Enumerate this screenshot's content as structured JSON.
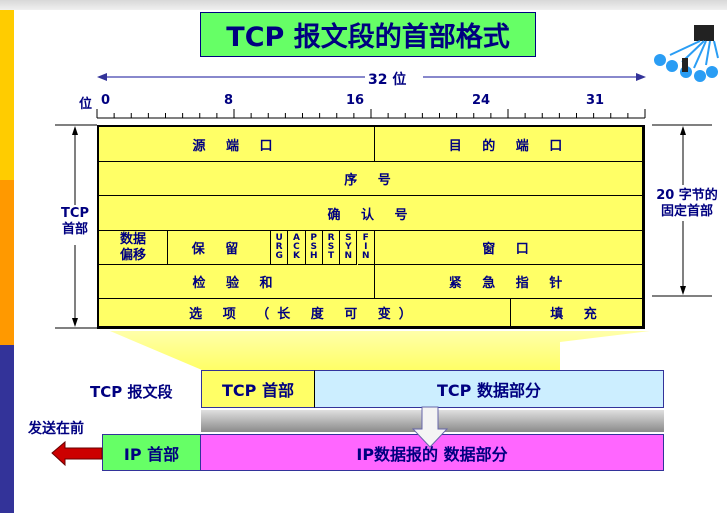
{
  "title": "TCP 报文段的首部格式",
  "width_label": "32 位",
  "ruler": {
    "unit": "位",
    "ticks": [
      "0",
      "8",
      "16",
      "24",
      "31"
    ]
  },
  "left_label": [
    "TCP",
    "首部"
  ],
  "right_label": [
    "20 字节的",
    "固定首部"
  ],
  "fields": {
    "src_port": "源 端 口",
    "dst_port": "目 的 端 口",
    "seq": "序 号",
    "ack": "确 认 号",
    "offset": [
      "数据",
      "偏移"
    ],
    "reserved": "保 留",
    "flags": [
      "URG",
      "ACK",
      "PSH",
      "RST",
      "SYN",
      "FIN"
    ],
    "window": "窗 口",
    "checksum": "检 验 和",
    "urgent": "紧 急 指 针",
    "options": "选 项 （长 度 可 变）",
    "padding": "填 充"
  },
  "bottom": {
    "segment_label": "TCP 报文段",
    "tcp_header": "TCP 首部",
    "tcp_data": "TCP 数据部分",
    "send_first": "发送在前",
    "ip_header": "IP 首部",
    "ip_data": "IP数据报的 数据部分"
  }
}
